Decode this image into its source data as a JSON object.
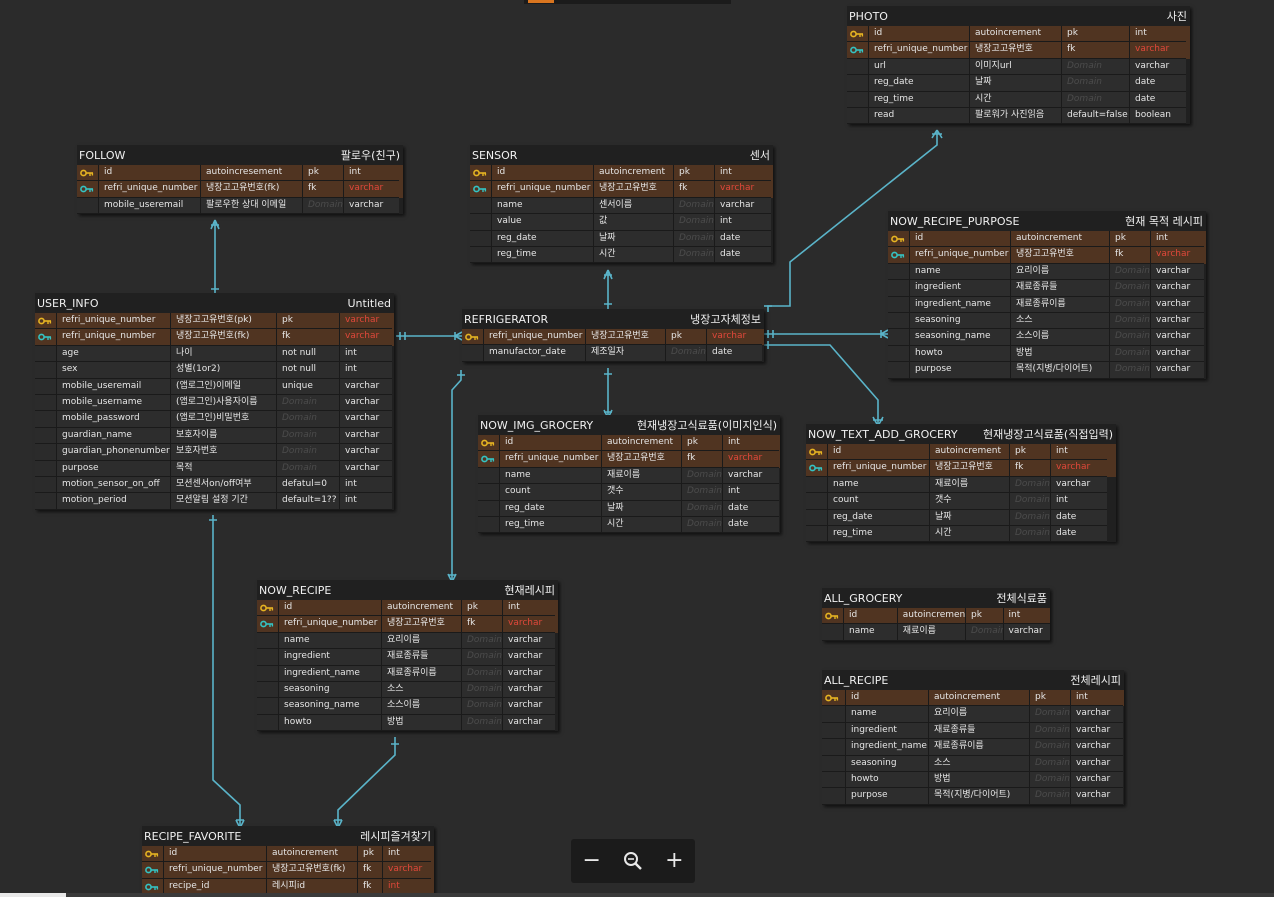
{
  "colors": {
    "link": "#5ab4c9",
    "key_row": "#503421",
    "fk_type": "#e0483a",
    "pk_icon": "#e6b422",
    "fk_icon": "#35c3c3"
  },
  "zoom": {
    "minus": "−",
    "magnifier_icon": "magnifier-icon",
    "plus": "+"
  },
  "tables": [
    {
      "id": "photo",
      "name": "PHOTO",
      "comment": "사진",
      "widths": [
        22,
        101,
        92,
        68,
        56
      ],
      "rows": [
        {
          "icon": "pk",
          "col": "id",
          "desc": "autoincrement",
          "constraint": "pk",
          "type": "int"
        },
        {
          "icon": "fk",
          "col": "refri_unique_number",
          "desc": "냉장고고유번호",
          "constraint": "fk",
          "type": "varchar"
        },
        {
          "icon": "",
          "col": "url",
          "desc": "이미지url",
          "constraint": "Domain",
          "type": "varchar"
        },
        {
          "icon": "",
          "col": "reg_date",
          "desc": "날짜",
          "constraint": "Domain",
          "type": "date"
        },
        {
          "icon": "",
          "col": "reg_time",
          "desc": "시간",
          "constraint": "Domain",
          "type": "date"
        },
        {
          "icon": "",
          "col": "read",
          "desc": "팔로워가 사진읽음",
          "constraint": "default=false",
          "type": "boolean"
        }
      ]
    },
    {
      "id": "follow",
      "name": "FOLLOW",
      "comment": "팔로우(친구)",
      "widths": [
        22,
        102,
        102,
        41,
        55
      ],
      "rows": [
        {
          "icon": "pk",
          "col": "id",
          "desc": "autoincresement",
          "constraint": "pk",
          "type": "int"
        },
        {
          "icon": "fk",
          "col": "refri_unique_number",
          "desc": "냉장고고유번호(fk)",
          "constraint": "fk",
          "type": "varchar"
        },
        {
          "icon": "",
          "col": "mobile_useremail",
          "desc": "팔로우한 상대 이메일",
          "constraint": "Domain",
          "type": "varchar"
        }
      ]
    },
    {
      "id": "sensor",
      "name": "SENSOR",
      "comment": "센서",
      "widths": [
        22,
        102,
        80,
        41,
        56
      ],
      "rows": [
        {
          "icon": "pk",
          "col": "id",
          "desc": "autoincrement",
          "constraint": "pk",
          "type": "int"
        },
        {
          "icon": "fk",
          "col": "refri_unique_number",
          "desc": "냉장고고유번호",
          "constraint": "fk",
          "type": "varchar"
        },
        {
          "icon": "",
          "col": "name",
          "desc": "센서이름",
          "constraint": "Domain",
          "type": "varchar"
        },
        {
          "icon": "",
          "col": "value",
          "desc": "값",
          "constraint": "Domain",
          "type": "int"
        },
        {
          "icon": "",
          "col": "reg_date",
          "desc": "날짜",
          "constraint": "Domain",
          "type": "date"
        },
        {
          "icon": "",
          "col": "reg_time",
          "desc": "시간",
          "constraint": "Domain",
          "type": "date"
        }
      ]
    },
    {
      "id": "now_recipe_purpose",
      "name": "NOW_RECIPE_PURPOSE",
      "comment": "현재 목적 레시피",
      "widths": [
        22,
        101,
        99,
        41,
        53
      ],
      "rows": [
        {
          "icon": "pk",
          "col": "id",
          "desc": "autoincrement",
          "constraint": "pk",
          "type": "int"
        },
        {
          "icon": "fk",
          "col": "refri_unique_number",
          "desc": "냉장고고유번호",
          "constraint": "fk",
          "type": "varchar"
        },
        {
          "icon": "",
          "col": "name",
          "desc": "요리이름",
          "constraint": "Domain",
          "type": "varchar"
        },
        {
          "icon": "",
          "col": "ingredient",
          "desc": "재료종류들",
          "constraint": "Domain",
          "type": "varchar"
        },
        {
          "icon": "",
          "col": "ingredient_name",
          "desc": "재료종류이름",
          "constraint": "Domain",
          "type": "varchar"
        },
        {
          "icon": "",
          "col": "seasoning",
          "desc": "소스",
          "constraint": "Domain",
          "type": "varchar"
        },
        {
          "icon": "",
          "col": "seasoning_name",
          "desc": "소스이름",
          "constraint": "Domain",
          "type": "varchar"
        },
        {
          "icon": "",
          "col": "howto",
          "desc": "방법",
          "constraint": "Domain",
          "type": "varchar"
        },
        {
          "icon": "",
          "col": "purpose",
          "desc": "목적(지병/다이어트)",
          "constraint": "Domain",
          "type": "varchar"
        }
      ]
    },
    {
      "id": "user_info",
      "name": "USER_INFO",
      "comment": "Untitled",
      "widths": [
        22,
        114,
        106,
        63,
        52
      ],
      "rows": [
        {
          "icon": "pk",
          "col": "refri_unique_number",
          "desc": "냉장고고유번호(pk)",
          "constraint": "pk",
          "type": "varchar"
        },
        {
          "icon": "fk",
          "col": "refri_unique_number",
          "desc": "냉장고고유번호(fk)",
          "constraint": "fk",
          "type": "varchar"
        },
        {
          "icon": "",
          "col": "age",
          "desc": "나이",
          "constraint": "not null",
          "type": "int"
        },
        {
          "icon": "",
          "col": "sex",
          "desc": "성별(1or2)",
          "constraint": "not null",
          "type": "int"
        },
        {
          "icon": "",
          "col": "mobile_useremail",
          "desc": "(앱로그인)이메일",
          "constraint": "unique",
          "type": "varchar"
        },
        {
          "icon": "",
          "col": "mobile_username",
          "desc": "(앱로그인)사용자이름",
          "constraint": "Domain",
          "type": "varchar"
        },
        {
          "icon": "",
          "col": "mobile_password",
          "desc": "(앱로그인)비밀번호",
          "constraint": "Domain",
          "type": "varchar"
        },
        {
          "icon": "",
          "col": "guardian_name",
          "desc": "보호자이름",
          "constraint": "Domain",
          "type": "varchar"
        },
        {
          "icon": "",
          "col": "guardian_phonenumber",
          "desc": "보호자번호",
          "constraint": "Domain",
          "type": "varchar"
        },
        {
          "icon": "",
          "col": "purpose",
          "desc": "목적",
          "constraint": "Domain",
          "type": "varchar"
        },
        {
          "icon": "",
          "col": "motion_sensor_on_off",
          "desc": "모션센서on/off여부",
          "constraint": "defatul=0",
          "type": "int"
        },
        {
          "icon": "",
          "col": "motion_period",
          "desc": "모션알림 설정 기간",
          "constraint": "default=1??",
          "type": "int"
        }
      ]
    },
    {
      "id": "refrigerator",
      "name": "REFRIGERATOR",
      "comment": "냉장고자체정보",
      "widths": [
        22,
        102,
        80,
        41,
        55
      ],
      "rows": [
        {
          "icon": "pk",
          "col": "refri_unique_number",
          "desc": "냉장고고유번호",
          "constraint": "pk",
          "type": "varchar"
        },
        {
          "icon": "",
          "col": "manufactor_date",
          "desc": "제조일자",
          "constraint": "Domain",
          "type": "date"
        }
      ]
    },
    {
      "id": "now_img_grocery",
      "name": "NOW_IMG_GROCERY",
      "comment": "현재냉장고식료품(이미지인식)",
      "widths": [
        22,
        102,
        80,
        41,
        56
      ],
      "rows": [
        {
          "icon": "pk",
          "col": "id",
          "desc": "autoincrement",
          "constraint": "pk",
          "type": "int"
        },
        {
          "icon": "fk",
          "col": "refri_unique_number",
          "desc": "냉장고고유번호",
          "constraint": "fk",
          "type": "varchar"
        },
        {
          "icon": "",
          "col": "name",
          "desc": "재료이름",
          "constraint": "Domain",
          "type": "varchar"
        },
        {
          "icon": "",
          "col": "count",
          "desc": "갯수",
          "constraint": "Domain",
          "type": "int"
        },
        {
          "icon": "",
          "col": "reg_date",
          "desc": "날짜",
          "constraint": "Domain",
          "type": "date"
        },
        {
          "icon": "",
          "col": "reg_time",
          "desc": "시간",
          "constraint": "Domain",
          "type": "date"
        }
      ]
    },
    {
      "id": "now_text_add_grocery",
      "name": "NOW_TEXT_ADD_GROCERY",
      "comment": "현재냉장고식료품(직접입력)",
      "widths": [
        22,
        102,
        80,
        41,
        56
      ],
      "rows": [
        {
          "icon": "pk",
          "col": "id",
          "desc": "autoincrement",
          "constraint": "pk",
          "type": "int"
        },
        {
          "icon": "fk",
          "col": "refri_unique_number",
          "desc": "냉장고고유번호",
          "constraint": "fk",
          "type": "varchar"
        },
        {
          "icon": "",
          "col": "name",
          "desc": "재료이름",
          "constraint": "Domain",
          "type": "varchar"
        },
        {
          "icon": "",
          "col": "count",
          "desc": "갯수",
          "constraint": "Domain",
          "type": "int"
        },
        {
          "icon": "",
          "col": "reg_date",
          "desc": "날짜",
          "constraint": "Domain",
          "type": "date"
        },
        {
          "icon": "",
          "col": "reg_time",
          "desc": "시간",
          "constraint": "Domain",
          "type": "date"
        }
      ]
    },
    {
      "id": "now_recipe",
      "name": "NOW_RECIPE",
      "comment": "현재레시피",
      "widths": [
        22,
        103,
        80,
        41,
        52
      ],
      "rows": [
        {
          "icon": "pk",
          "col": "id",
          "desc": "autoincrement",
          "constraint": "pk",
          "type": "int"
        },
        {
          "icon": "fk",
          "col": "refri_unique_number",
          "desc": "냉장고고유번호",
          "constraint": "fk",
          "type": "varchar"
        },
        {
          "icon": "",
          "col": "name",
          "desc": "요리이름",
          "constraint": "Domain",
          "type": "varchar"
        },
        {
          "icon": "",
          "col": "ingredient",
          "desc": "재료종류들",
          "constraint": "Domain",
          "type": "varchar"
        },
        {
          "icon": "",
          "col": "ingredient_name",
          "desc": "재료종류이름",
          "constraint": "Domain",
          "type": "varchar"
        },
        {
          "icon": "",
          "col": "seasoning",
          "desc": "소스",
          "constraint": "Domain",
          "type": "varchar"
        },
        {
          "icon": "",
          "col": "seasoning_name",
          "desc": "소스이름",
          "constraint": "Domain",
          "type": "varchar"
        },
        {
          "icon": "",
          "col": "howto",
          "desc": "방법",
          "constraint": "Domain",
          "type": "varchar"
        }
      ]
    },
    {
      "id": "all_grocery",
      "name": "ALL_GROCERY",
      "comment": "전체식료품",
      "widths": [
        24,
        59,
        75,
        41,
        51
      ],
      "rows": [
        {
          "icon": "pk",
          "col": "id",
          "desc": "autoincrement",
          "constraint": "pk",
          "type": "int"
        },
        {
          "icon": "",
          "col": "name",
          "desc": "재료이름",
          "constraint": "Domain",
          "type": "varchar"
        }
      ]
    },
    {
      "id": "all_recipe",
      "name": "ALL_RECIPE",
      "comment": "전체레시피",
      "widths": [
        24,
        83,
        101,
        41,
        52
      ],
      "rows": [
        {
          "icon": "pk",
          "col": "id",
          "desc": "autoincrement",
          "constraint": "pk",
          "type": "int"
        },
        {
          "icon": "",
          "col": "name",
          "desc": "요리이름",
          "constraint": "Domain",
          "type": "varchar"
        },
        {
          "icon": "",
          "col": "ingredient",
          "desc": "재료종류들",
          "constraint": "Domain",
          "type": "varchar"
        },
        {
          "icon": "",
          "col": "ingredient_name",
          "desc": "재료종류이름",
          "constraint": "Domain",
          "type": "varchar"
        },
        {
          "icon": "",
          "col": "seasoning",
          "desc": "소스",
          "constraint": "Domain",
          "type": "varchar"
        },
        {
          "icon": "",
          "col": "howto",
          "desc": "방법",
          "constraint": "Domain",
          "type": "varchar"
        },
        {
          "icon": "",
          "col": "purpose",
          "desc": "목적(지병/다이어트)",
          "constraint": "Domain",
          "type": "varchar"
        }
      ]
    },
    {
      "id": "recipe_favorite",
      "name": "RECIPE_FAVORITE",
      "comment": "레시피즐겨찾기",
      "widths": [
        22,
        103,
        91,
        25,
        48
      ],
      "rows": [
        {
          "icon": "pk",
          "col": "id",
          "desc": "autoincrement",
          "constraint": "pk",
          "type": "int"
        },
        {
          "icon": "fk",
          "col": "refri_unique_number",
          "desc": "냉장고고유번호(fk)",
          "constraint": "fk",
          "type": "varchar"
        },
        {
          "icon": "fk",
          "col": "recipe_id",
          "desc": "레시피id",
          "constraint": "fk",
          "type": "int"
        }
      ]
    }
  ]
}
